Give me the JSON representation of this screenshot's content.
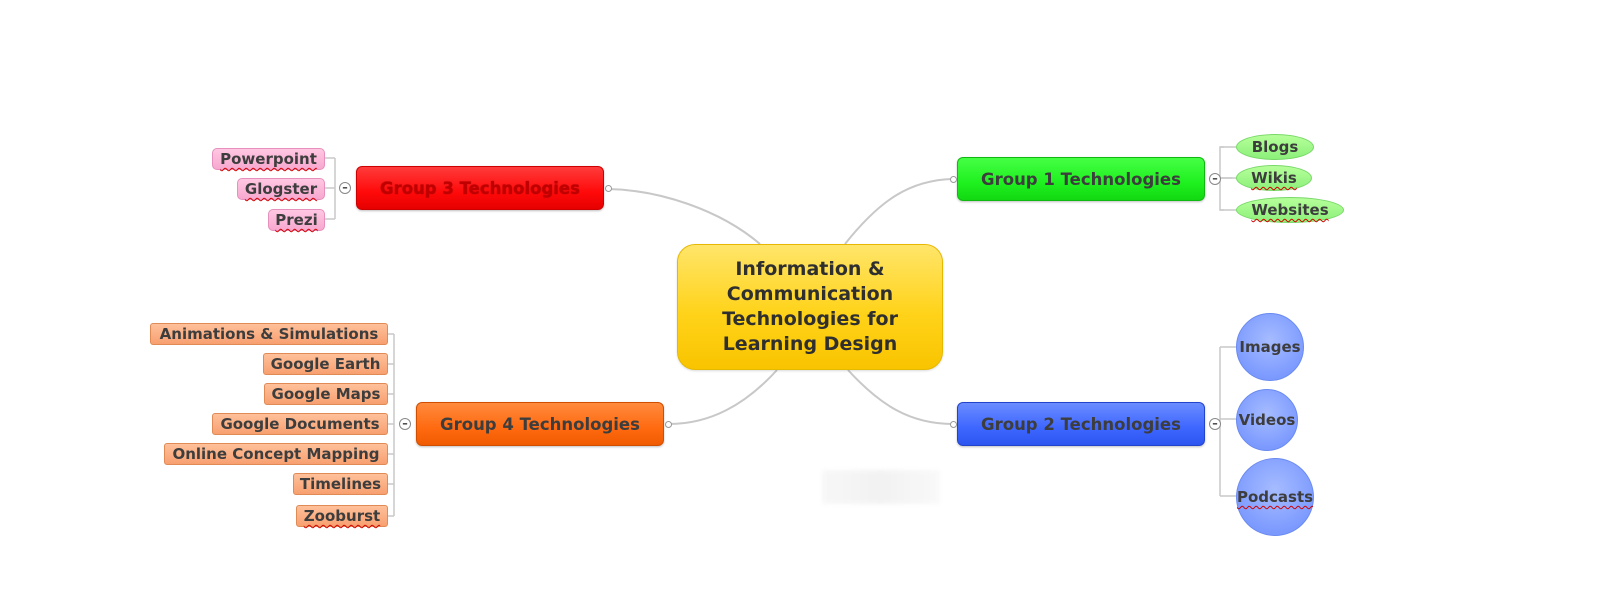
{
  "central": {
    "line1": "Information &",
    "line2": "Communication",
    "line3": "Technologies for",
    "line4": "Learning Design"
  },
  "groups": [
    {
      "label": "Group 1 Technologies",
      "color": "#1ef01e",
      "children": [
        "Blogs",
        "Wikis",
        "Websites"
      ]
    },
    {
      "label": "Group 2 Technologies",
      "color": "#3d66ff",
      "children": [
        "Images",
        "Videos",
        "Podcasts"
      ]
    },
    {
      "label": "Group 3 Technologies",
      "color": "#ff0a0a",
      "children": [
        "Powerpoint",
        "Glogster",
        "Prezi"
      ]
    },
    {
      "label": "Group 4 Technologies",
      "color": "#ff6a10",
      "children": [
        "Animations & Simulations",
        "Google Earth",
        "Google Maps",
        "Google Documents",
        "Online Concept Mapping",
        "Timelines",
        "Zooburst"
      ]
    }
  ],
  "toggle_symbol": "–",
  "colors": {
    "central": "#ffd31a",
    "leaf_pink": "#f7a8cf",
    "leaf_orange": "#f7a070",
    "leaf_green": "#8cf07a",
    "leaf_blue": "#7d9bff",
    "connector": "#c8c8c8"
  }
}
